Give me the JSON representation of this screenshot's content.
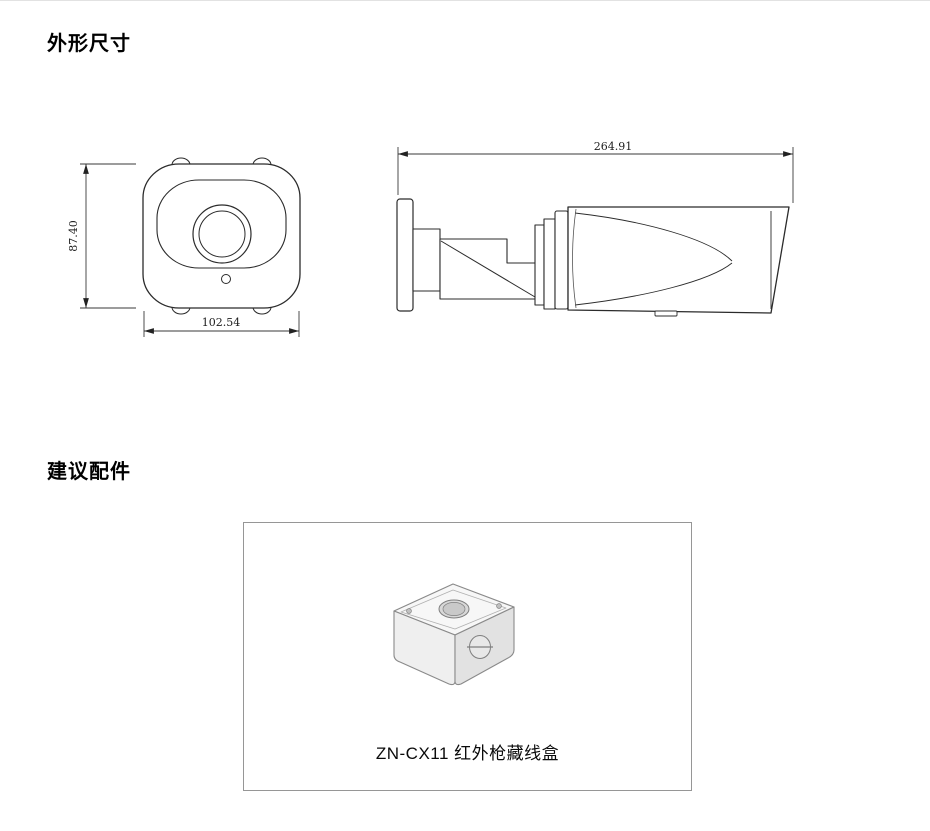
{
  "document": {
    "sections": {
      "dimensions": {
        "title": "外形尺寸",
        "front_view": {
          "height": "87.40",
          "width": "102.54"
        },
        "side_view": {
          "length": "264.91"
        }
      },
      "accessories": {
        "title": "建议配件",
        "items": [
          {
            "caption": "ZN-CX11 红外枪藏线盒"
          }
        ]
      }
    }
  }
}
